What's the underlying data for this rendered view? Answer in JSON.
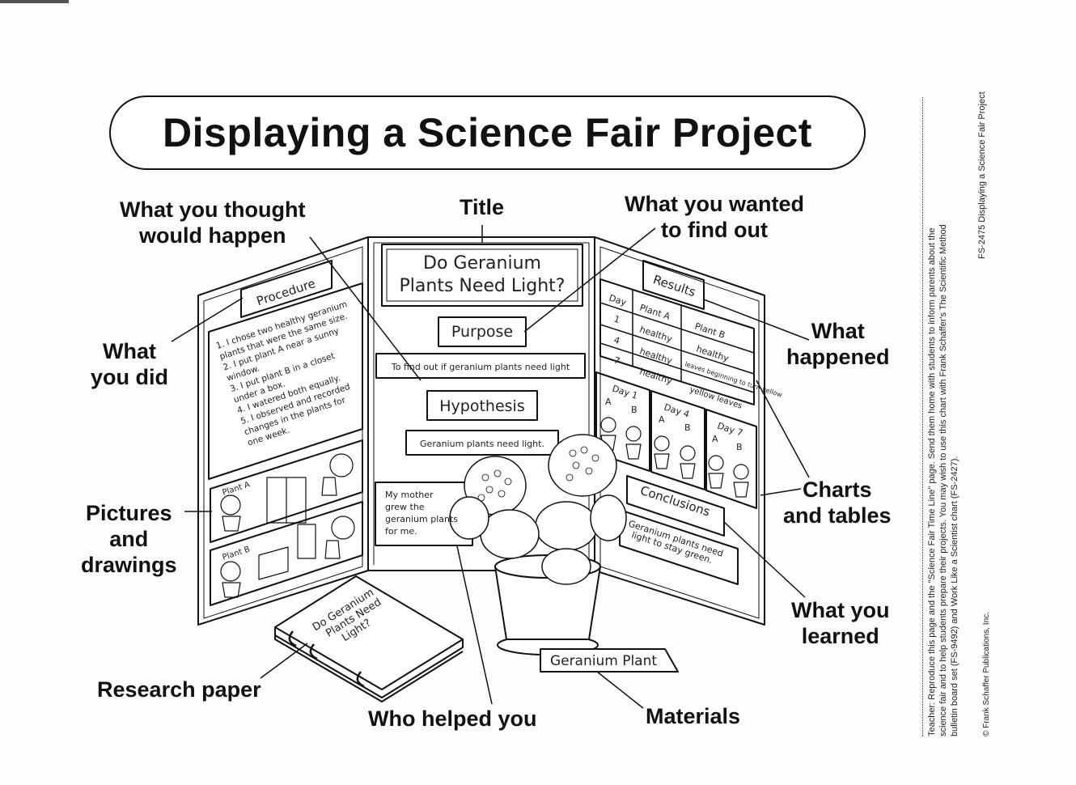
{
  "title": "Displaying a Science Fair Project",
  "labels": {
    "thought": [
      "What you thought",
      "would happen"
    ],
    "board_title": "Title",
    "wanted": [
      "What you wanted",
      "to find out"
    ],
    "did": [
      "What",
      "you did"
    ],
    "happened": [
      "What",
      "happened"
    ],
    "pictures": [
      "Pictures",
      "and",
      "drawings"
    ],
    "charts": [
      "Charts",
      "and tables"
    ],
    "learned": [
      "What you",
      "learned"
    ],
    "research": "Research paper",
    "helped": "Who helped you",
    "materials": "Materials"
  },
  "board": {
    "project_title": [
      "Do Geranium",
      "Plants Need Light?"
    ],
    "purpose_heading": "Purpose",
    "purpose_text": "To find out if geranium plants need light",
    "hypothesis_heading": "Hypothesis",
    "hypothesis_text": "Geranium plants need light.",
    "procedure_heading": "Procedure",
    "procedure_steps": [
      "1. I chose two healthy geranium",
      "plants that were the same size.",
      "2. I put plant A near a sunny",
      "window.",
      "3. I put plant B in a closet",
      "under a box.",
      "4. I watered both equally.",
      "5. I observed and recorded",
      "changes in the plants for",
      "one week."
    ],
    "plant_a_label": "Plant A",
    "plant_b_label": "Plant B",
    "helper_note": [
      "My mother",
      "grew the",
      "geranium plants",
      "for me."
    ],
    "results_heading": "Results",
    "results_table": {
      "headers": [
        "Day",
        "Plant A",
        "Plant B"
      ],
      "rows": [
        [
          "1",
          "healthy",
          "healthy"
        ],
        [
          "4",
          "healthy",
          "leaves beginning to turn yellow"
        ],
        [
          "7",
          "healthy",
          "yellow leaves"
        ]
      ]
    },
    "day_panels": [
      {
        "day": "Day 1",
        "a": "A",
        "b": "B"
      },
      {
        "day": "Day 4",
        "a": "A",
        "b": "B"
      },
      {
        "day": "Day 7",
        "a": "A",
        "b": "B"
      }
    ],
    "conclusions_heading": "Conclusions",
    "conclusions_text": [
      "Geranium plants need",
      "light to stay green."
    ]
  },
  "research_paper_title": [
    "Do Geranium",
    "Plants Need",
    "Light?"
  ],
  "plant_tag": "Geranium Plant",
  "side_note": {
    "lines": [
      "Teacher: Reproduce this page and the \"Science Fair Time Line\" page. Send them home with students to inform parents about the",
      "science fair and to help students prepare their projects. You may wish to use this chart with Frank Schaffer's The Scientific Method",
      "bulletin board set (FS-9492) and Work Like a Scientist chart (FS-2427)."
    ],
    "code": "FS-2475 Displaying a Science Fair Project",
    "copyright": "© Frank Schaffer Publications, Inc."
  }
}
